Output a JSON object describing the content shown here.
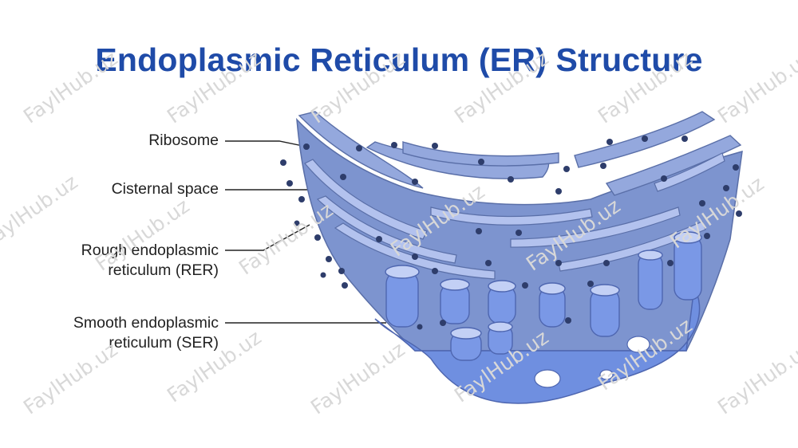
{
  "title": "Endoplasmic Reticulum (ER) Structure",
  "labels": {
    "ribosome": "Ribosome",
    "cisternal_space": "Cisternal space",
    "rer_line1": "Rough endoplasmic",
    "rer_line2": "reticulum (RER)",
    "ser_line1": "Smooth endoplasmic",
    "ser_line2": "reticulum (SER)"
  },
  "watermark": "FaylHub.uz",
  "colors": {
    "title": "#1f4ba8",
    "er_dark": "#5b73b4",
    "er_mid": "#7e95d0",
    "er_light": "#a6b7e6",
    "ser_tube": "#6f8fe0",
    "ribosome": "#2e3d6b"
  }
}
